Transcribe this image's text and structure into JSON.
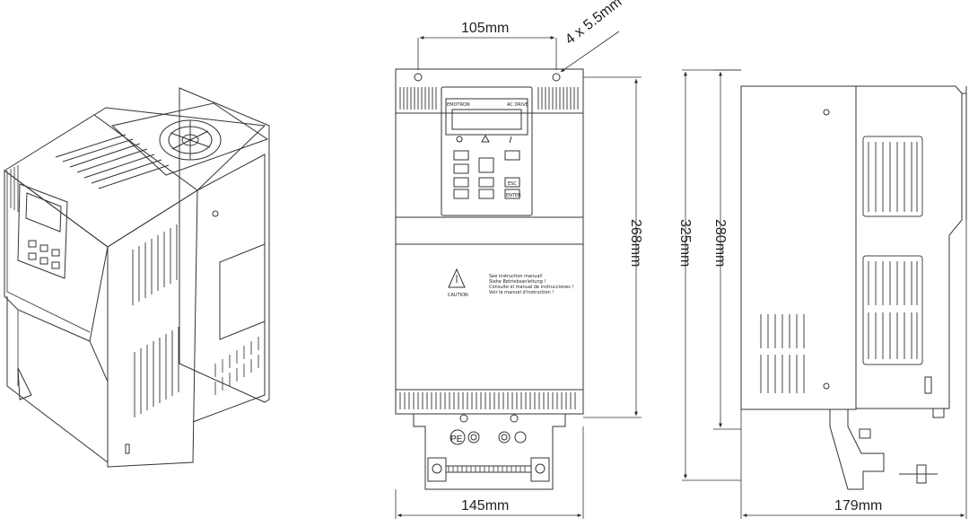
{
  "dimensions": {
    "hole_spacing": "105mm",
    "hole_spec": "4 x 5.5mm",
    "mount_height": "268mm",
    "total_height": "325mm",
    "body_height": "280mm",
    "width": "145mm",
    "depth": "179mm"
  },
  "front_panel": {
    "brand": "EMOTRON",
    "product": "AC DRIVE",
    "caution_label": "CAUTION",
    "keypad_keys": [
      "ESC",
      "ENTER"
    ],
    "pe_label": "PE",
    "warning_lines": [
      "See instruction manual!",
      "Siehe Betriebsanleitung !",
      "Consulte el manual de instrucciones !",
      "Voir le manuel d'instruction !"
    ]
  }
}
